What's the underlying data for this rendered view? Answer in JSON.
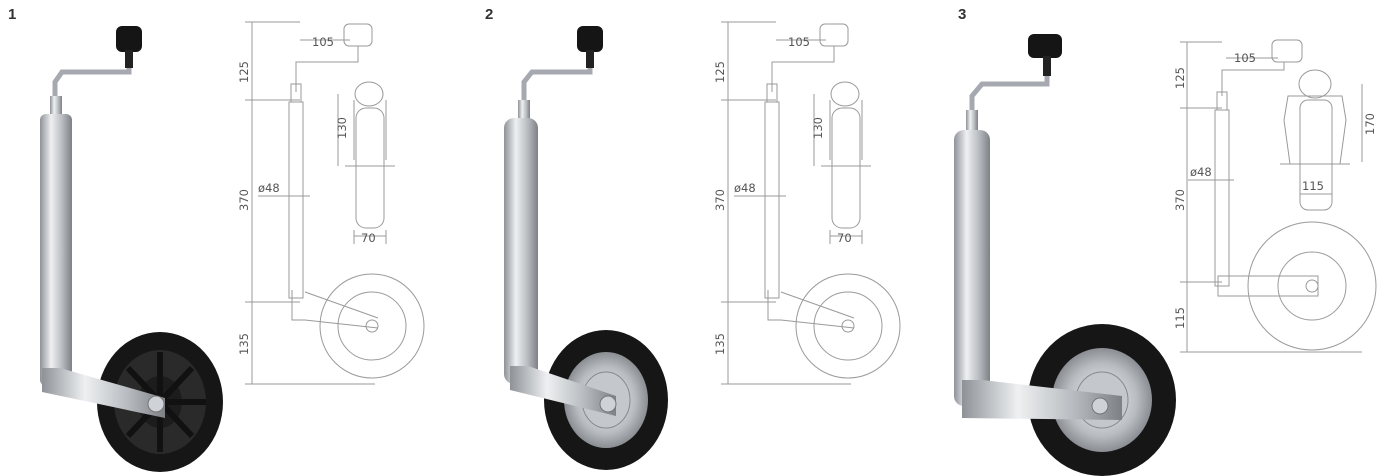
{
  "panels": [
    {
      "number": "1",
      "wheel": "black",
      "dims": {
        "top": "125",
        "crank": "105",
        "tube": "370",
        "bottom": "135",
        "tube_dia": "ø48",
        "wheel_h": "130",
        "wheel_w": "70"
      }
    },
    {
      "number": "2",
      "wheel": "steel",
      "dims": {
        "top": "125",
        "crank": "105",
        "tube": "370",
        "bottom": "135",
        "tube_dia": "ø48",
        "wheel_h": "130",
        "wheel_w": "70"
      }
    },
    {
      "number": "3",
      "wheel": "steel-large",
      "dims": {
        "top": "125",
        "crank": "105",
        "tube": "370",
        "bottom": "115",
        "tube_dia": "ø48",
        "wheel_h": "170",
        "wheel_w": "115"
      }
    }
  ],
  "colors": {
    "rubber": "#1a1a1a",
    "zinc": "#c9ccd0",
    "knob": "#111111",
    "line": "#8a8a8a",
    "text": "#555555"
  }
}
